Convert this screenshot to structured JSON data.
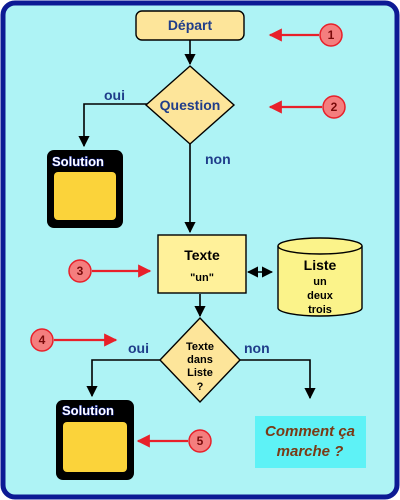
{
  "nodes": {
    "start": {
      "label": "Départ"
    },
    "question": {
      "label": "Question"
    },
    "solution1": {
      "label": "Solution"
    },
    "texte": {
      "title": "Texte",
      "value": "\"un\""
    },
    "liste": {
      "title": "Liste",
      "items": [
        "un",
        "deux",
        "trois"
      ]
    },
    "decision": {
      "lines": [
        "Texte",
        "dans",
        "Liste",
        "?"
      ]
    },
    "solution2": {
      "label": "Solution"
    }
  },
  "edges": {
    "q_yes": "oui",
    "q_no": "non",
    "d_yes": "oui",
    "d_no": "non"
  },
  "caption": {
    "line1": "Comment ça",
    "line2": "marche ?"
  },
  "badges": [
    "1",
    "2",
    "3",
    "4",
    "5"
  ],
  "colors": {
    "frame_border": "#0c1a94",
    "frame_bg": "#aef3f5",
    "node_fill": "#fde59a",
    "node_fill_light": "#fff19a",
    "solution_fill": "#fbd33a",
    "liste_fill": "#fbf38a",
    "caption_fill": "#5ef2f6",
    "badge_fill": "#f47e7e",
    "arrow_red": "#e8202a",
    "text_blue": "#1f3d8a"
  }
}
